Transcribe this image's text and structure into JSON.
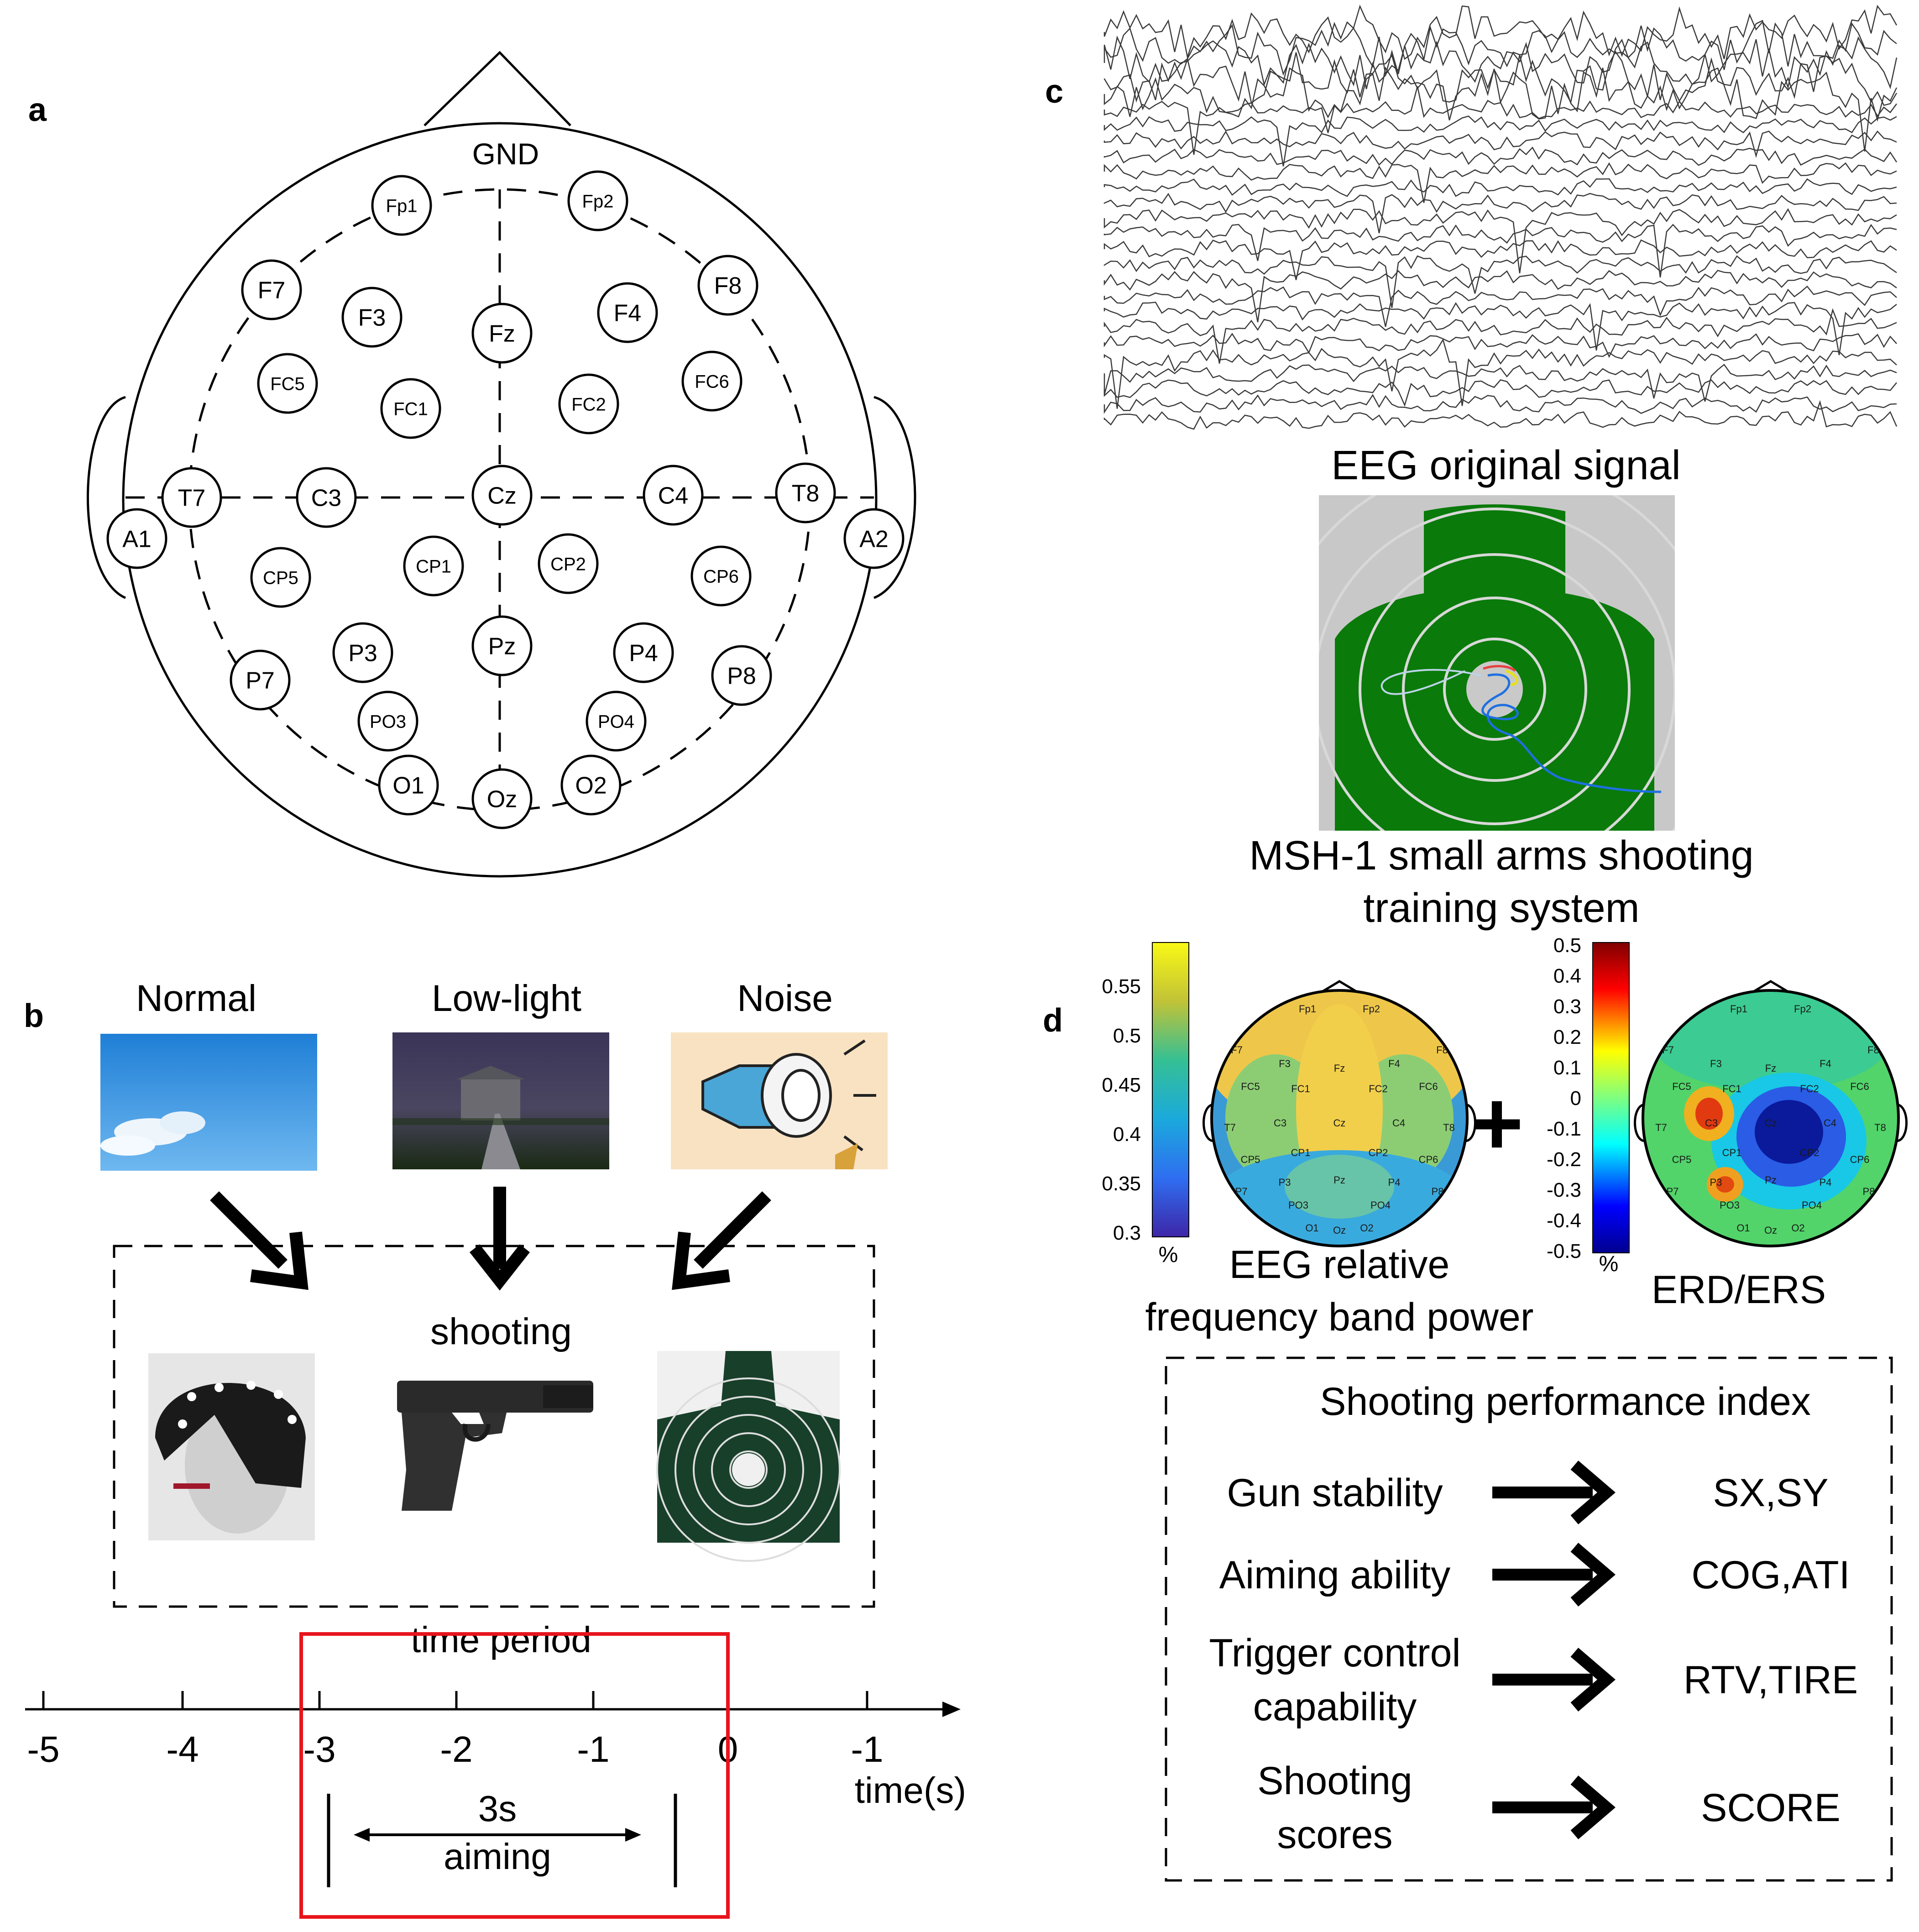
{
  "panels": {
    "a": "a",
    "b": "b",
    "c": "c",
    "d": "d"
  },
  "electrode_map": {
    "ground_label": "GND",
    "electrodes": [
      "Fp1",
      "Fp2",
      "F7",
      "F3",
      "Fz",
      "F4",
      "F8",
      "FC5",
      "FC1",
      "FC2",
      "FC6",
      "A1",
      "T7",
      "C3",
      "Cz",
      "C4",
      "T8",
      "A2",
      "CP5",
      "CP1",
      "CP2",
      "CP6",
      "P7",
      "P3",
      "Pz",
      "P4",
      "P8",
      "PO3",
      "PO4",
      "O1",
      "Oz",
      "O2"
    ]
  },
  "conditions": {
    "normal": "Normal",
    "low_light": "Low-light",
    "noise": "Noise"
  },
  "shooting_box": {
    "label": "shooting",
    "caption": "time period"
  },
  "timeline": {
    "ticks": [
      "-5",
      "-4",
      "-3",
      "-2",
      "-1",
      "0",
      "-1"
    ],
    "axis_label": "time(s)",
    "window_duration": "3s",
    "window_label": "aiming",
    "highlight_color": "#e8141c"
  },
  "eeg_signal": {
    "caption": "EEG original signal"
  },
  "training_system": {
    "caption_line1": "MSH-1 small arms shooting",
    "caption_line2": "training system",
    "background_color": "#c8c8c8",
    "target_color": "#0a7a0a"
  },
  "topomaps": {
    "power_map": {
      "caption_line1": "EEG relative",
      "caption_line2": "frequency band power",
      "colorbar_ticks": [
        "0.55",
        "0.5",
        "0.45",
        "0.4",
        "0.35",
        "0.3"
      ],
      "unit": "%"
    },
    "plus": "+",
    "erd_map": {
      "caption": "ERD/ERS",
      "colorbar_ticks": [
        "0.5",
        "0.4",
        "0.3",
        "0.2",
        "0.1",
        "0",
        "-0.1",
        "-0.2",
        "-0.3",
        "-0.4",
        "-0.5"
      ],
      "unit": "%"
    },
    "map_labels": [
      "Fp1",
      "Fp2",
      "F7",
      "F3",
      "Fz",
      "F4",
      "F8",
      "FC5",
      "FC1",
      "FC2",
      "FC6",
      "T7",
      "C3",
      "Cz",
      "C4",
      "T8",
      "CP5",
      "CP1",
      "CP2",
      "CP6",
      "P7",
      "P3",
      "Pz",
      "P4",
      "P8",
      "PO3",
      "PO4",
      "O1",
      "Oz",
      "O2"
    ]
  },
  "performance": {
    "title": "Shooting performance index",
    "rows": [
      {
        "name_lines": [
          "Gun stability"
        ],
        "metrics": "SX,SY"
      },
      {
        "name_lines": [
          "Aiming ability"
        ],
        "metrics": "COG,ATI"
      },
      {
        "name_lines": [
          "Trigger control",
          "capability"
        ],
        "metrics": "RTV,TIRE"
      },
      {
        "name_lines": [
          "Shooting",
          "scores"
        ],
        "metrics": "SCORE"
      }
    ]
  }
}
